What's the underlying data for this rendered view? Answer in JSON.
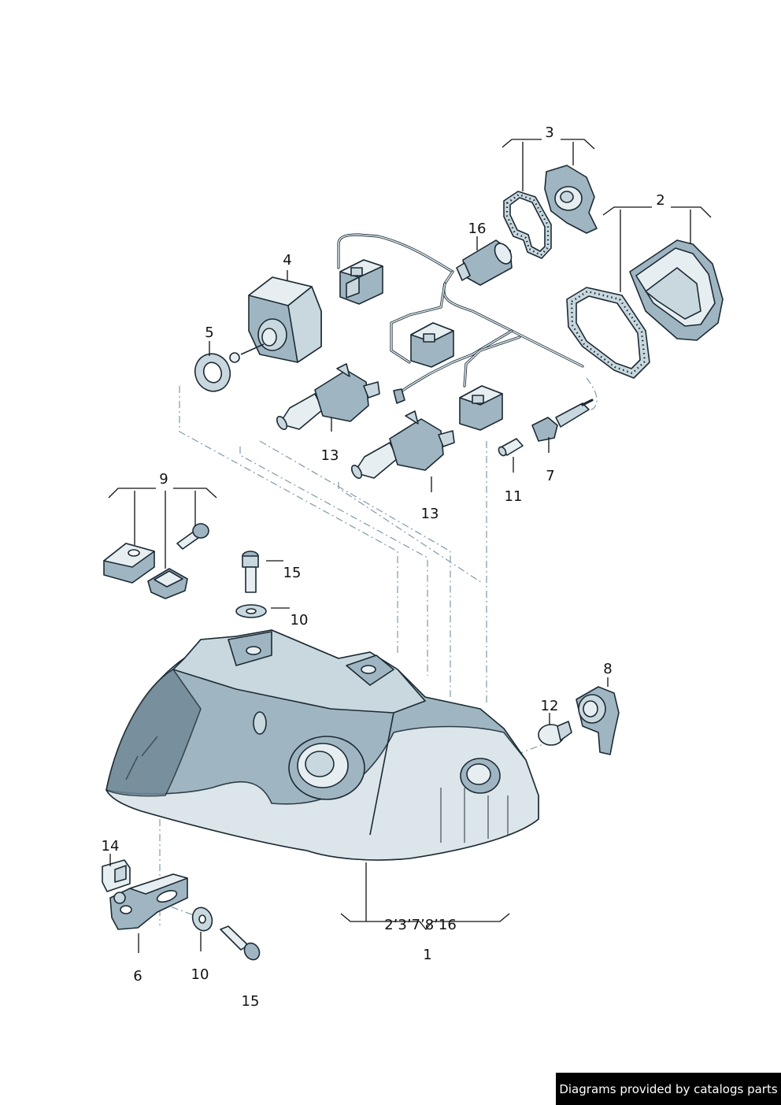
{
  "callouts": {
    "c1": "1",
    "c2": "2",
    "c3": "3",
    "c4": "4",
    "c5": "5",
    "c6": "6",
    "c7": "7",
    "c8": "8",
    "c9": "9",
    "c10a": "10",
    "c10b": "10",
    "c11": "11",
    "c12": "12",
    "c13a": "13",
    "c13b": "13",
    "c14": "14",
    "c15a": "15",
    "c15b": "15",
    "c16": "16",
    "assembly_includes": "2’3’7’8’16"
  },
  "credit": "Diagrams provided by catalogs parts"
}
